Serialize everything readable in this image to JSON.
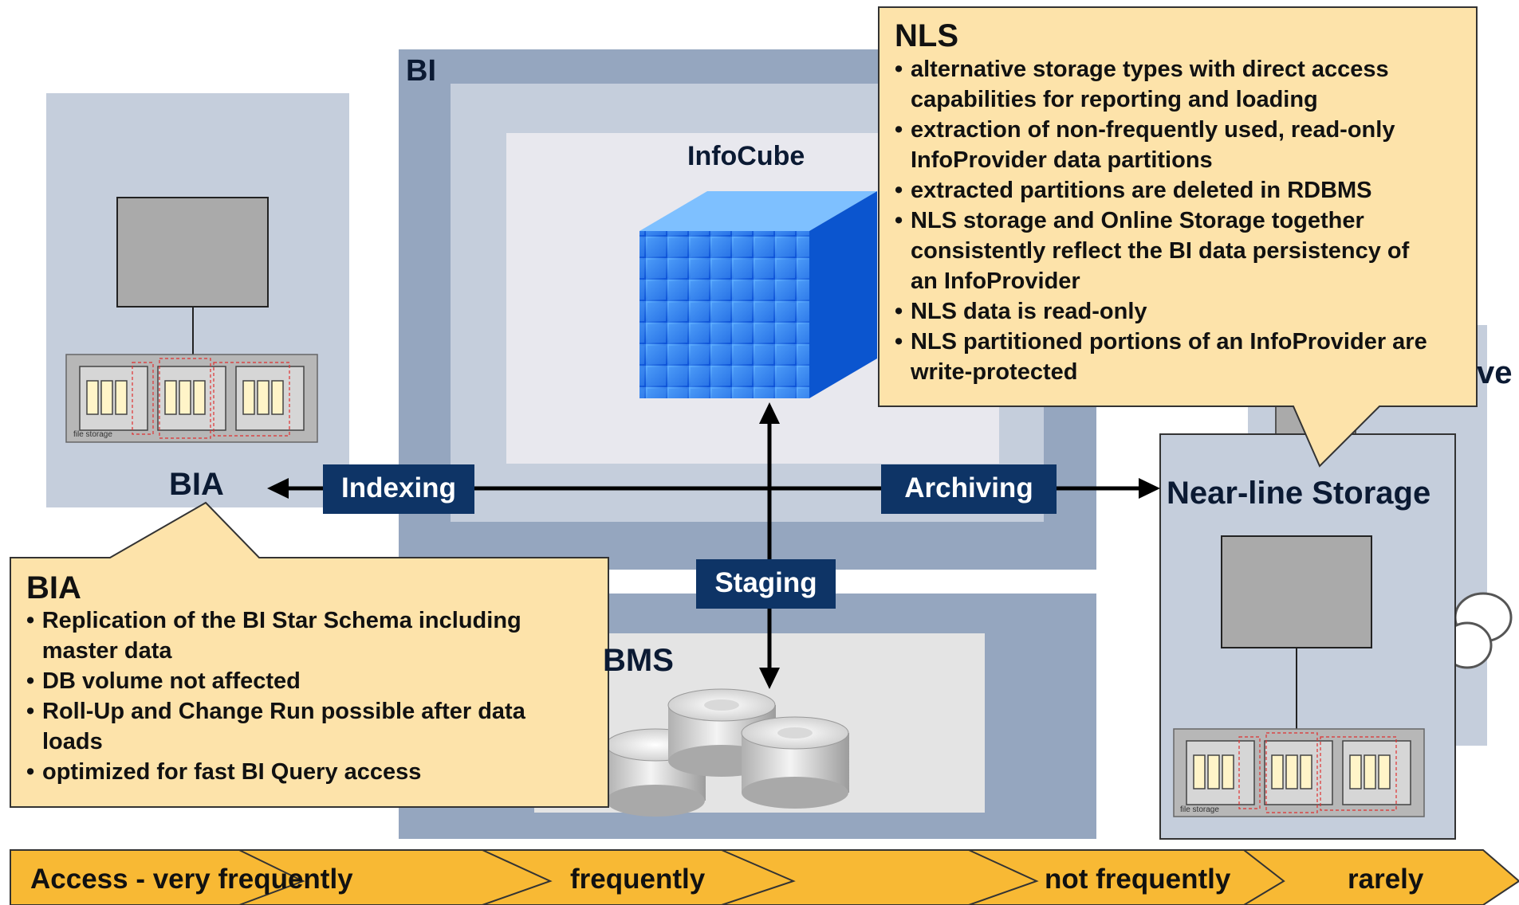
{
  "bi": {
    "title": "BI",
    "infocube": "InfoCube"
  },
  "rdbms": {
    "title": "BMS"
  },
  "bia": {
    "label": "BIA"
  },
  "archive": {
    "label_fragment": "ve"
  },
  "nearline": {
    "title": "Near-line Storage"
  },
  "file_storage_label": "file storage",
  "arrows": {
    "indexing": "Indexing",
    "archiving": "Archiving",
    "staging": "Staging"
  },
  "bia_callout": {
    "title": "BIA",
    "bullets": [
      "Replication of the BI Star Schema including master data",
      "DB volume not affected",
      "Roll-Up and Change Run possible after data loads",
      "optimized for fast BI Query access"
    ]
  },
  "nls_callout": {
    "title": "NLS",
    "bullets": [
      "alternative storage types with direct access capabilities for reporting and loading",
      "extraction of non-frequently used, read-only InfoProvider data partitions",
      "extracted partitions are deleted in RDBMS",
      "NLS storage and Online Storage together consistently reflect the BI data persistency of an InfoProvider",
      "NLS data is read-only",
      "NLS partitioned portions of an InfoProvider are write-protected"
    ]
  },
  "access_bar": {
    "segments": [
      "Access - very frequently",
      "frequently",
      "",
      "not frequently",
      "rarely"
    ]
  },
  "colors": {
    "bi_outer": "#95a6bf",
    "panel_light": "#c5cedc",
    "content_light": "#e8e8ee",
    "navy_label": "#0e3466",
    "callout_fill": "#fde3aa",
    "access_fill": "#f8b934"
  }
}
